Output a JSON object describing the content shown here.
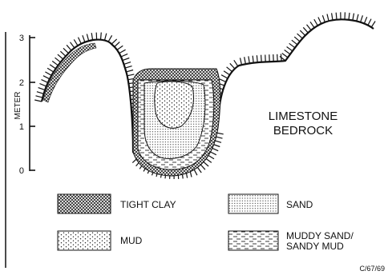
{
  "axis": {
    "label": "METER",
    "ticks": [
      "0",
      "1",
      "2",
      "3"
    ]
  },
  "bedrock_label": [
    "LIMESTONE",
    "BEDROCK"
  ],
  "legend": [
    {
      "label": [
        "TIGHT CLAY"
      ],
      "pattern": "crosshatch"
    },
    {
      "label": [
        "SAND"
      ],
      "pattern": "dots-dense"
    },
    {
      "label": [
        "MUD"
      ],
      "pattern": "dots-sparse"
    },
    {
      "label": [
        "MUDDY SAND/",
        "SANDY MUD"
      ],
      "pattern": "dashes"
    }
  ],
  "figure_code": "C/67/69",
  "colors": {
    "ink": "#111111",
    "background": "#ffffff"
  }
}
